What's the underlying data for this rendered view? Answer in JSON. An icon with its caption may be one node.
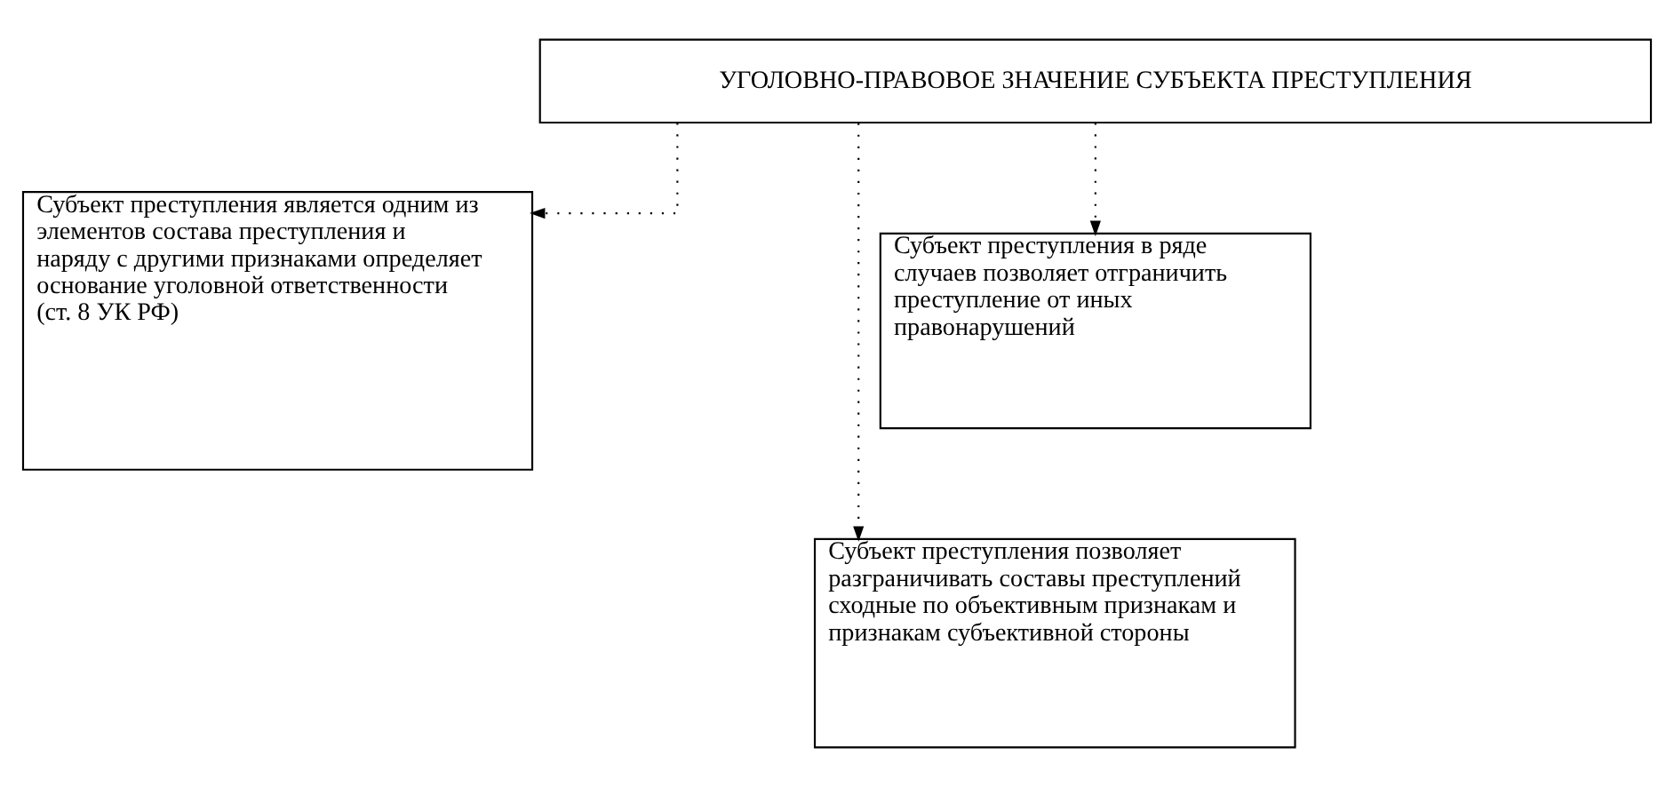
{
  "diagram": {
    "nodes": [
      {
        "text": [
          "УГОЛОВНО-ПРАВОВОЕ ЗНАЧЕНИЕ СУБЪЕКТА ПРЕСТУПЛЕНИЯ"
        ]
      },
      {
        "text": [
          "Субъект преступления является одним из элементов состава преступления и наряду с другими признаками определяет основание уголовной ответственности (ст. 8 УК РФ)"
        ]
      },
      {
        "text": [
          "Субъект преступления в ряде случаев позволяет отграничить преступление от иных правонарушений"
        ]
      },
      {
        "text": [
          "Субъект преступления позволяет разграничивать составы преступлений сходные по объективным признакам и признакам субъективной стороны"
        ]
      }
    ],
    "edges": [
      {
        "from": 0,
        "to": 1,
        "arrow": "to",
        "style": "dashed"
      },
      {
        "from": 0,
        "to": 2,
        "arrow": "to",
        "style": "dashed"
      },
      {
        "from": 0,
        "to": 3,
        "arrow": "to",
        "style": "dashed"
      }
    ]
  }
}
